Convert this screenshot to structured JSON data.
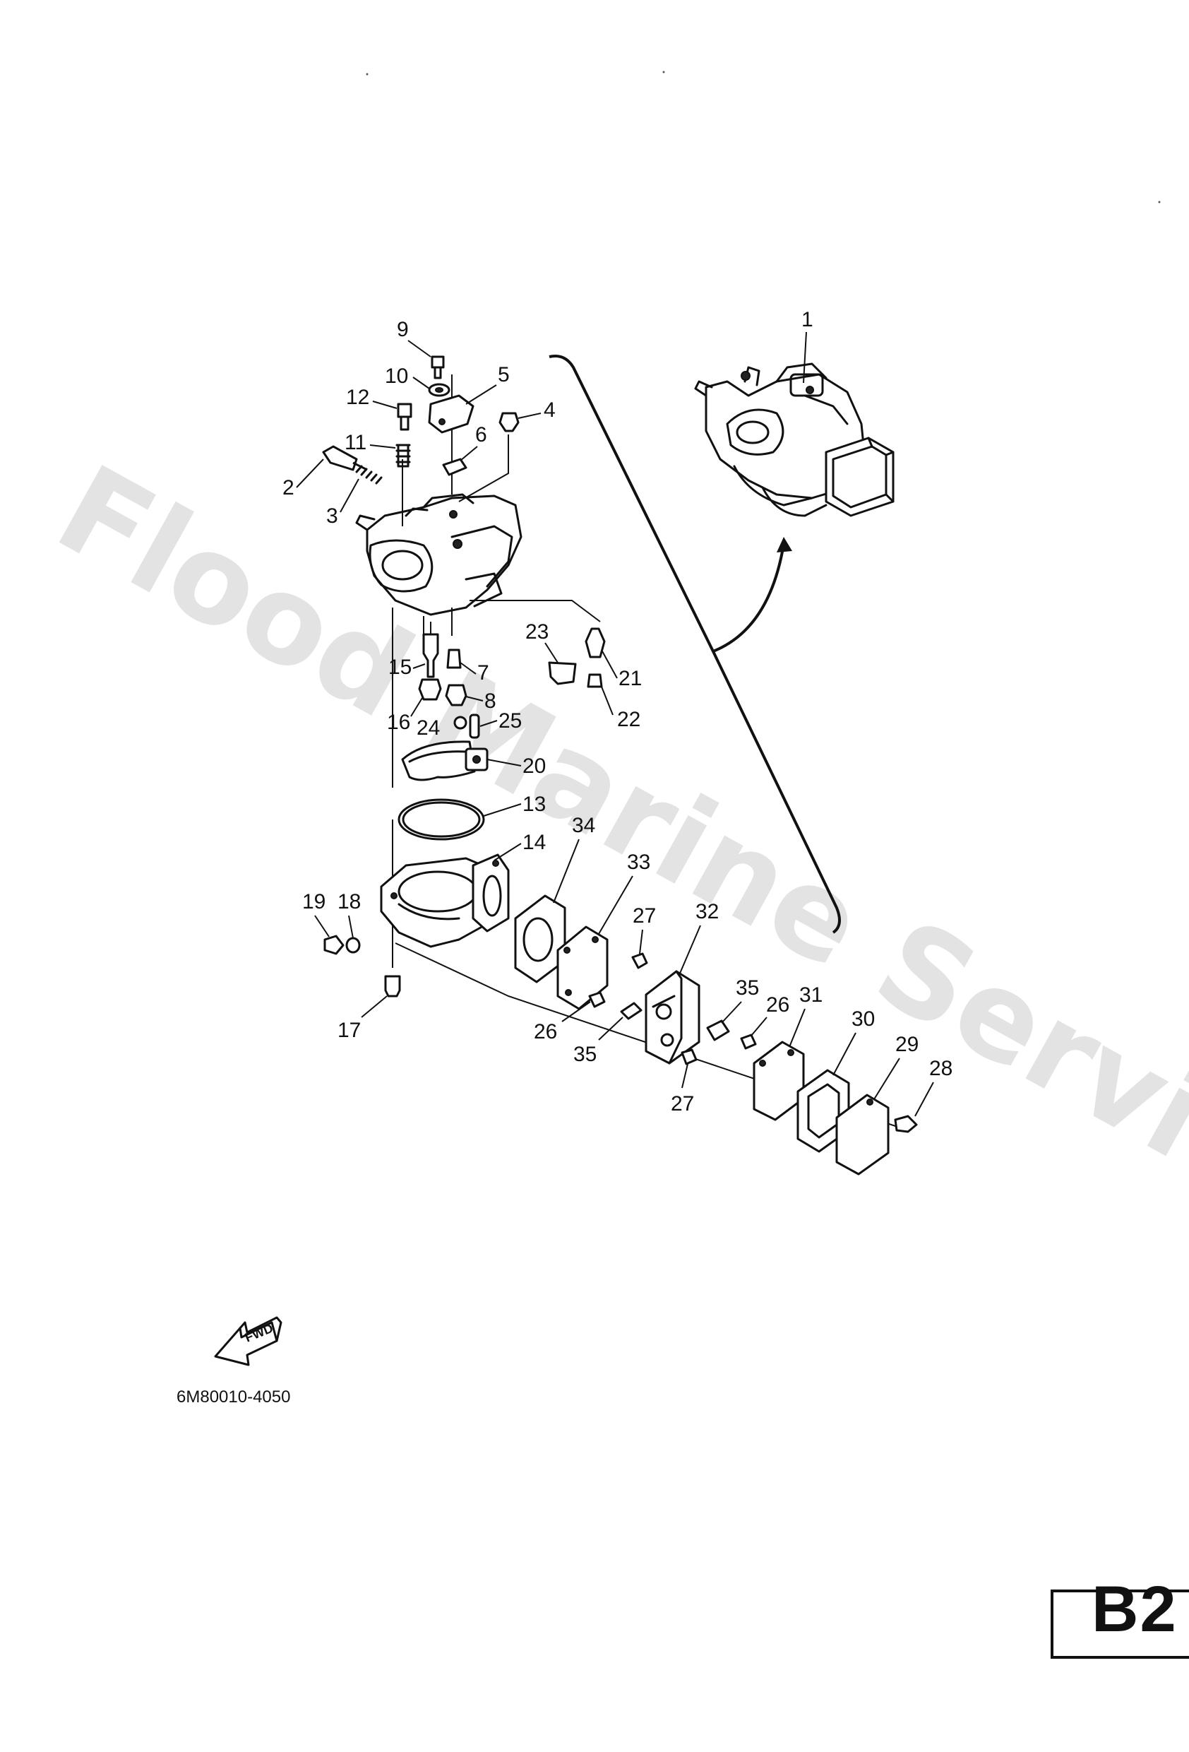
{
  "watermark": "Flood Marine Services",
  "diagram_code": "6M80010-4050",
  "direction_label": "FWD",
  "page_tag": "B2",
  "callouts": {
    "c1": "1",
    "c2": "2",
    "c3": "3",
    "c4": "4",
    "c5": "5",
    "c6": "6",
    "c7": "7",
    "c8": "8",
    "c9": "9",
    "c10": "10",
    "c11": "11",
    "c12": "12",
    "c13": "13",
    "c14": "14",
    "c15": "15",
    "c16": "16",
    "c17": "17",
    "c18": "18",
    "c19": "19",
    "c20": "20",
    "c21": "21",
    "c22": "22",
    "c23": "23",
    "c24": "24",
    "c25": "25",
    "c26": "26",
    "c27": "27",
    "c28": "28",
    "c29": "29",
    "c30": "30",
    "c31": "31",
    "c32": "32",
    "c33": "33",
    "c34": "34",
    "c35": "35"
  }
}
